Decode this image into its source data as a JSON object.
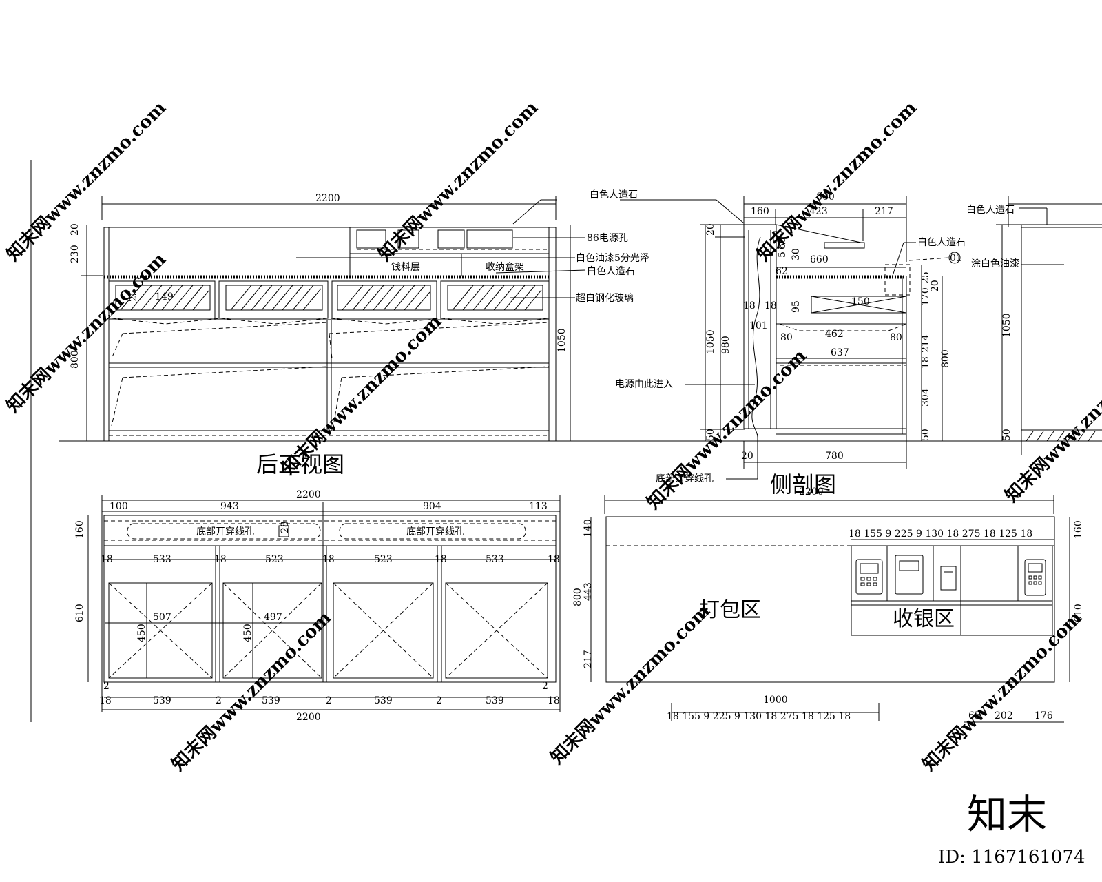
{
  "titles": {
    "rear_elevation": "后正视图",
    "side_section": "侧剖图"
  },
  "annotations": {
    "white_solid_surface_top": "白色人造石",
    "outlet_86": "86电源孔",
    "white_paint_finish": "白色油漆5分光泽",
    "white_solid_surface_mid": "白色人造石",
    "tempered_glass": "超白钢化玻璃",
    "cash_layer": "钱料层",
    "storage_rack": "收纳盒架",
    "power_entry": "电源由此进入",
    "bottom_wire_hole": "底部开穿线孔",
    "side_white_stone": "白色人造石",
    "right_white_stone": "白色人造石",
    "white_paint": "涂白色油漆",
    "detail_ref": "01",
    "plan_wire_hole_left": "底部开穿线孔",
    "plan_wire_hole_right": "底部开穿线孔",
    "packing_area": "打包区",
    "cashier_area": "收银区"
  },
  "dims": {
    "rear_width": "2200",
    "rear_h20": "20",
    "rear_h230": "230",
    "rear_h800": "800",
    "rear_h1050": "1050",
    "rear_d25": "25",
    "rear_d149": "149",
    "side_width": "800",
    "side_160": "160",
    "side_423": "423",
    "side_217": "217",
    "side_20a": "20",
    "side_1050": "1050",
    "side_980": "980",
    "side_50a": "50",
    "side_20b": "20",
    "side_780": "780",
    "side_660": "660",
    "side_60": "60",
    "side_30": "30",
    "side_5": "5",
    "side_62": "62",
    "side_18a": "18",
    "side_18b": "18",
    "side_95": "95",
    "side_150": "150",
    "side_101": "101",
    "side_462": "462",
    "side_80a": "80",
    "side_80b": "80",
    "side_637": "637",
    "side_r25": "25",
    "side_r20": "20",
    "side_r170": "170",
    "side_r214": "214",
    "side_r18": "18",
    "side_r304": "304",
    "side_r50": "50",
    "side_r800": "800",
    "far_1050": "1050",
    "far_50": "50",
    "plan_total_top": "2200",
    "plan_100": "100",
    "plan_943": "943",
    "plan_904": "904",
    "plan_113": "113",
    "plan_160": "160",
    "plan_610": "610",
    "plan_28": "28",
    "plan_18a": "18",
    "plan_533a": "533",
    "plan_18b": "18",
    "plan_523a": "523",
    "plan_18c": "18",
    "plan_523b": "523",
    "plan_18d": "18",
    "plan_533b": "533",
    "plan_18e": "18",
    "plan_507": "507",
    "plan_497": "497",
    "plan_450a": "450",
    "plan_450b": "450",
    "plan_b18a": "18",
    "plan_b2a": "2",
    "plan_b539a": "539",
    "plan_b2b": "2",
    "plan_b539b": "539",
    "plan_b2c": "2",
    "plan_b539c": "539",
    "plan_b2d": "2",
    "plan_b539d": "539",
    "plan_b18b": "18",
    "plan_b2e": "2",
    "plan_total_bottom": "2200",
    "front_total": "2200",
    "front_140": "140",
    "front_443": "443",
    "front_217": "217",
    "front_800": "800",
    "front_r160": "160",
    "front_r610": "610",
    "front_top_chain": "18 155  9    225    9 130 18      275      18 125 18",
    "front_bottom_total": "1000",
    "front_bottom_chain": "18 155  9    225   9 130 18    275   18 125 18",
    "front_extra_65": "65",
    "front_extra_202": "202",
    "front_extra_176": "176"
  },
  "watermarks": {
    "site": "知末网www.znzmo.com",
    "brand": "知末",
    "id": "ID: 1167161074"
  }
}
